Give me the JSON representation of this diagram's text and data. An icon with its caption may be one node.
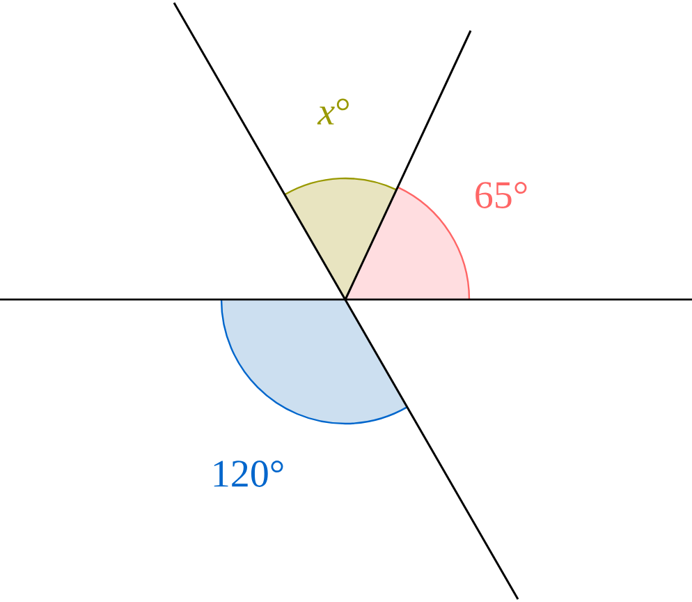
{
  "diagram": {
    "labels": [
      "*x*°",
      "65°",
      "120°"
    ]
  }
}
